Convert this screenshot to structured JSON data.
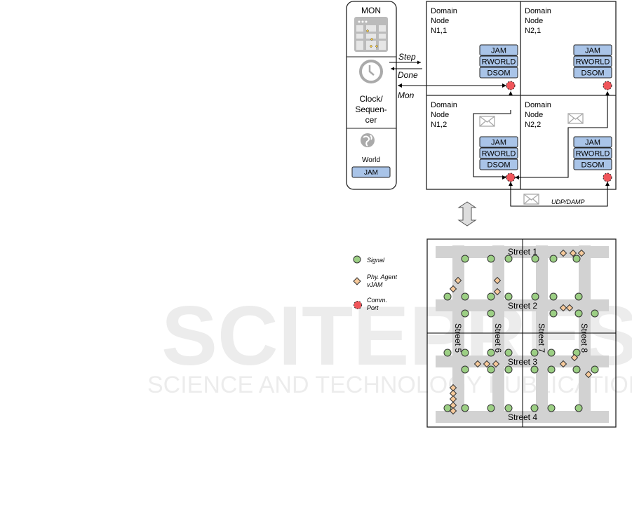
{
  "watermark": {
    "line1": "SCITEPRESS",
    "line2": "SCIENCE AND TECHNOLOGY PUBLICATIONS"
  },
  "controller": {
    "mon": "MON",
    "clock_lines": [
      "Clock/",
      "Sequen-",
      "cer"
    ],
    "world": "World",
    "world_jam": "JAM"
  },
  "messages": {
    "step": "Step",
    "done": "Done",
    "mon": "Mon",
    "udp": "UDP/DAMP"
  },
  "nodes": [
    {
      "lines": [
        "Domain",
        "Node",
        "N1,1"
      ]
    },
    {
      "lines": [
        "Domain",
        "Node",
        "N2,1"
      ]
    },
    {
      "lines": [
        "Domain",
        "Node",
        "N1,2"
      ]
    },
    {
      "lines": [
        "Domain",
        "Node",
        "N2,2"
      ]
    }
  ],
  "stack": [
    "JAM",
    "RWORLD",
    "DSOM"
  ],
  "legend": {
    "signal": "Signal",
    "agent_line1": "Phy. Agent",
    "agent_line2": "vJAM",
    "port_line1": "Comm.",
    "port_line2": "Port"
  },
  "streets": [
    "Street 1",
    "Street 2",
    "Street 3",
    "Street 4",
    "Street 5",
    "Street 6",
    "Street 7",
    "Street 8"
  ],
  "colors": {
    "module": "#a9c4e8",
    "port": "#f0555a",
    "signal": "#9ccf84",
    "agent": "#f6c99a",
    "street": "#d2d2d2"
  }
}
